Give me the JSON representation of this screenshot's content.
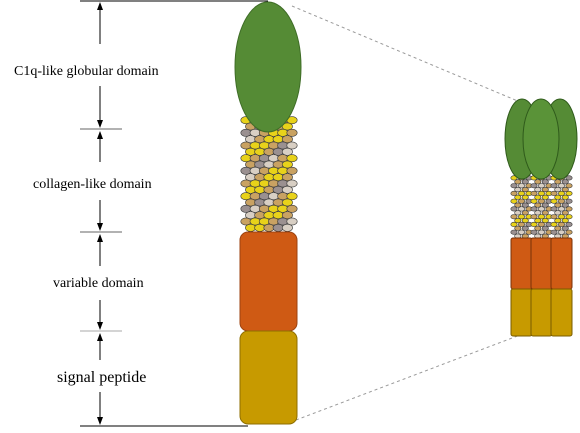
{
  "labels": {
    "globular": "C1q-like globular domain",
    "collagen": "collagen-like domain",
    "variable": "variable domain",
    "signal": "signal peptide"
  },
  "colors": {
    "globular": "#558b35",
    "globular_stroke": "#3f6d27",
    "variable": "#cf5a14",
    "signal": "#c79a00",
    "bead_yellow": "#e8d21a",
    "bead_tan": "#c9a262",
    "bead_gray": "#9a9090",
    "bead_light": "#d8cfc4",
    "line": "#000000",
    "dashed": "#9a9a9a"
  },
  "trimer_count": 3
}
